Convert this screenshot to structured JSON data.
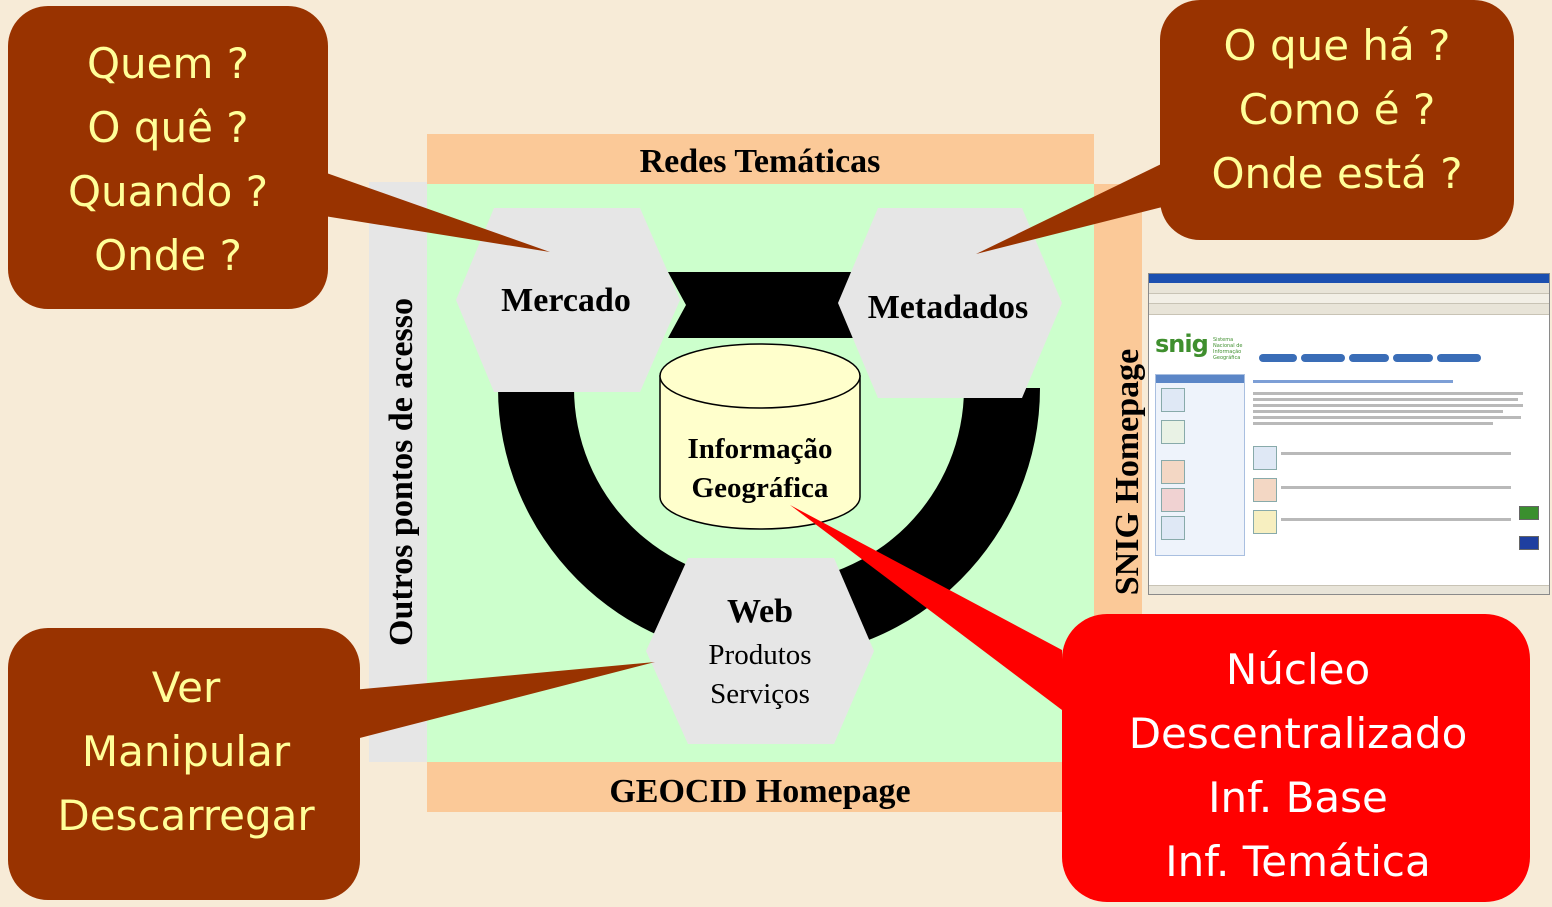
{
  "diagram": {
    "top_band_label": "Redes Temáticas",
    "bottom_band_label": "GEOCID Homepage",
    "left_band_label": "Outros pontos de acesso",
    "right_band_label": "SNIG Homepage",
    "hex_market": "Mercado",
    "hex_metadata": "Metadados",
    "hex_web_title": "Web",
    "hex_web_line1": "Produtos",
    "hex_web_line2": "Serviços",
    "database_line1": "Informação",
    "database_line2": "Geográfica"
  },
  "callouts": {
    "top_left": [
      "Quem ?",
      "O quê ?",
      "Quando ?",
      "Onde ?"
    ],
    "top_right": [
      "O que há ?",
      "Como é ?",
      "Onde está ?"
    ],
    "bottom_left": [
      "Ver",
      "Manipular",
      "Descarregar"
    ],
    "bottom_right": [
      "Núcleo",
      "Descentralizado",
      "Inf. Base",
      "Inf. Temática"
    ]
  },
  "screenshot": {
    "logo": "snig",
    "subtitle": "Sistema Nacional de Informação Geográfica"
  },
  "colors": {
    "background": "#f7ebd7",
    "band": "#fbc998",
    "core_area": "#ccffcc",
    "callout_brown": "#993300",
    "callout_red": "#ff0000",
    "callout_text_light": "#ffff99",
    "callout_text_white": "#ffffff",
    "hexagon": "#e6e6e6",
    "database": "#ffffcc"
  }
}
